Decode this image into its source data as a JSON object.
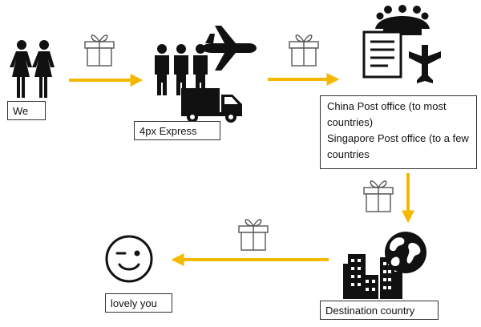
{
  "colors": {
    "arrow": "#F5B800",
    "icon": "#111111",
    "gift_outline": "#555555"
  },
  "icons": {
    "people_pair": "two-women-icon",
    "couriers": "three-people-icon",
    "plane": "airplane-icon",
    "truck": "delivery-truck-icon",
    "post_office": "post-office-icon",
    "gift": "gift-box-icon",
    "smiley": "winking-face-icon",
    "world_city": "globe-city-icon"
  },
  "nodes": {
    "we": "We",
    "express": "4px Express",
    "post_office": {
      "lines": [
        "China Post office (to most countries)",
        "Singapore Post office (to a few countries"
      ]
    },
    "destination": "Destination country",
    "recipient": "lovely you"
  }
}
